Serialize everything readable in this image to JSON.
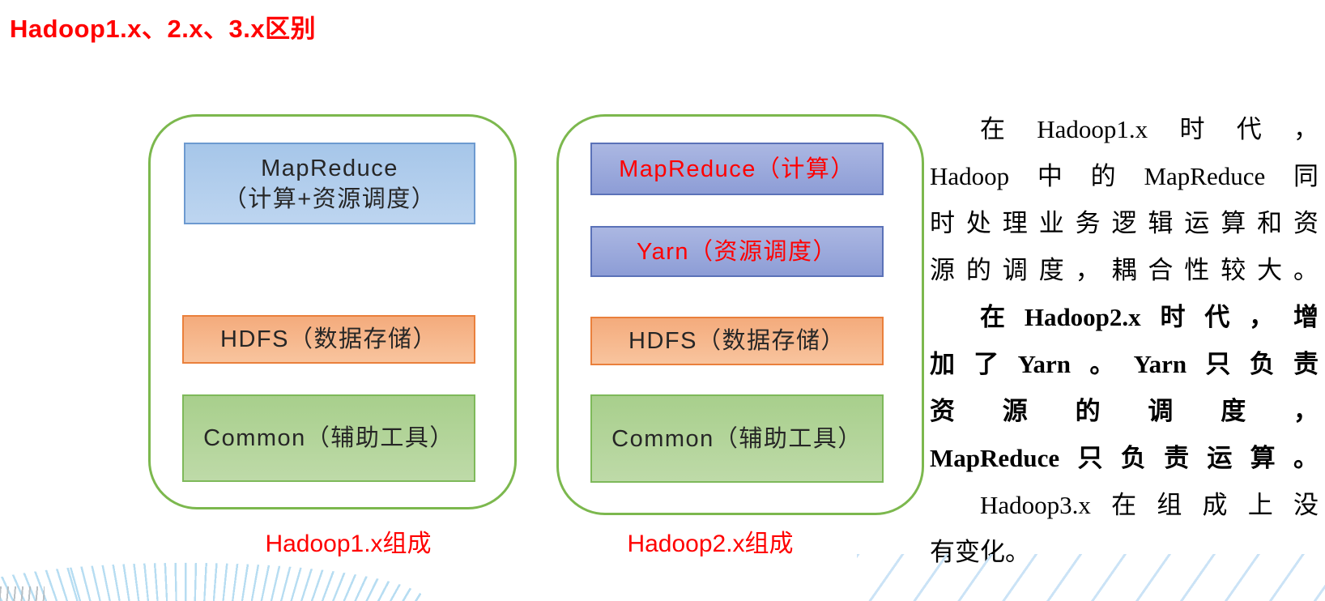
{
  "title": "Hadoop1.x、2.x、3.x区别",
  "colors": {
    "accent_red": "#ff0000",
    "container_border_green": "#7cb84e",
    "box_blue_fill": "#aecbec",
    "box_blue_border": "#6d9ad0",
    "box_purple_fill": "#9cabdc",
    "box_purple_border": "#5b72b8",
    "box_orange_fill": "#f5b286",
    "box_orange_border": "#ea803c",
    "box_green_fill": "#b3d49a",
    "box_green_border": "#7eb95a",
    "decor_line_blue": "#c9e2f5"
  },
  "diagram1": {
    "caption": "Hadoop1.x组成",
    "boxes": {
      "mapreduce_line1": "MapReduce",
      "mapreduce_line2": "（计算+资源调度）",
      "hdfs": "HDFS（数据存储）",
      "common": "Common（辅助工具）"
    }
  },
  "diagram2": {
    "caption": "Hadoop2.x组成",
    "boxes": {
      "mapreduce": "MapReduce（计算）",
      "yarn": "Yarn（资源调度）",
      "hdfs": "HDFS（数据存储）",
      "common": "Common（辅助工具）"
    }
  },
  "note": {
    "lines": [
      {
        "text": "在Hadoop1.x时代，",
        "bold": false
      },
      {
        "text": "Hadoop中的MapReduce同",
        "bold": false
      },
      {
        "text": "时处理业务逻辑运算和资",
        "bold": false
      },
      {
        "text": "源的调度，耦合性较大。",
        "bold": false
      },
      {
        "text": "在Hadoop2.x时代，增",
        "bold": true
      },
      {
        "text": "加了Yarn。Yarn只负责",
        "bold": true
      },
      {
        "text": "资源的调度，",
        "bold": true
      },
      {
        "text": "MapReduce只负责运算。",
        "bold": true
      },
      {
        "text": "Hadoop3.x在组成上没",
        "bold": false
      },
      {
        "text": "有变化。",
        "bold": false
      }
    ]
  }
}
